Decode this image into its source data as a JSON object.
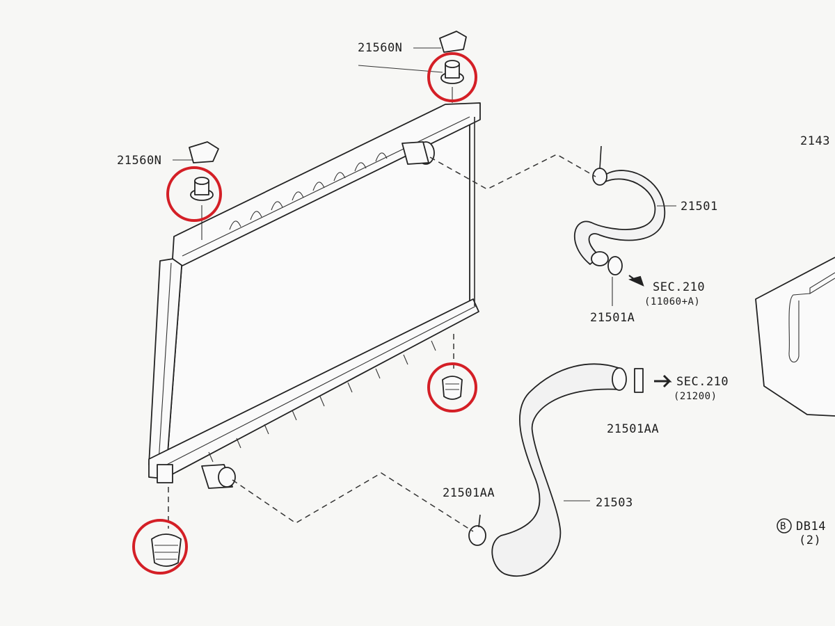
{
  "callouts": {
    "upper_mount_right": "21560N",
    "upper_mount_left": "21560N",
    "upper_hose": "21501",
    "upper_hose_clamp": "21501A",
    "lower_hose_clamp_upper": "21501AA",
    "lower_hose_clamp_lower": "21501AA",
    "lower_hose": "21503",
    "partial_right_edge": "2143",
    "badge_letter": "B",
    "badge_code": "DB14",
    "badge_qty": "(2)"
  },
  "section_refs": [
    {
      "sec": "SEC.210",
      "sub": "(11060+A)"
    },
    {
      "sec": "SEC.210",
      "sub": "(21200)"
    }
  ],
  "highlight": {
    "color": "#d41f26",
    "count": 4
  }
}
